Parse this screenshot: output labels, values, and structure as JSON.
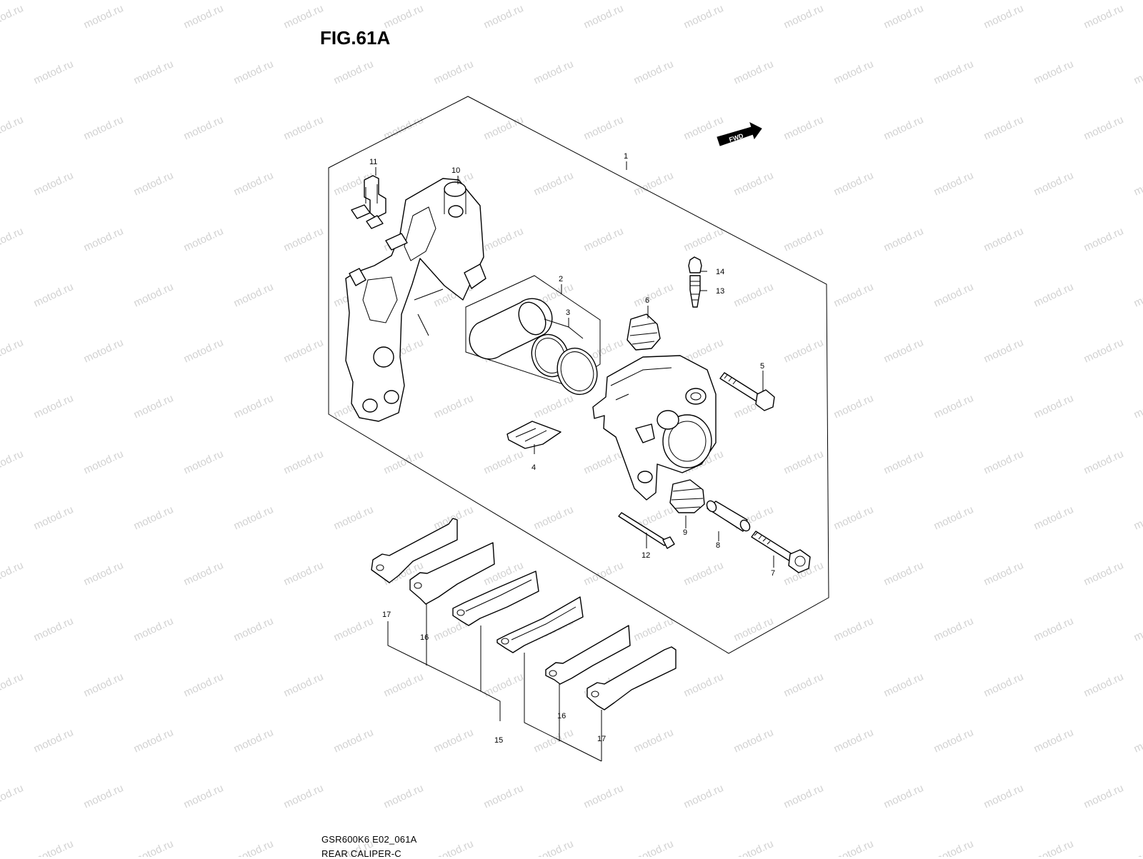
{
  "figure": {
    "title": "FIG.61A"
  },
  "footer": {
    "code": "GSR600K6 E02_061A",
    "name": "REAR CALIPER-C"
  },
  "direction_badge": {
    "label": "FWD"
  },
  "watermark": {
    "text": "motod.ru"
  },
  "callouts": [
    "1",
    "2",
    "3",
    "4",
    "5",
    "6",
    "7",
    "8",
    "9",
    "10",
    "11",
    "12",
    "13",
    "14",
    "15",
    "16",
    "17"
  ]
}
